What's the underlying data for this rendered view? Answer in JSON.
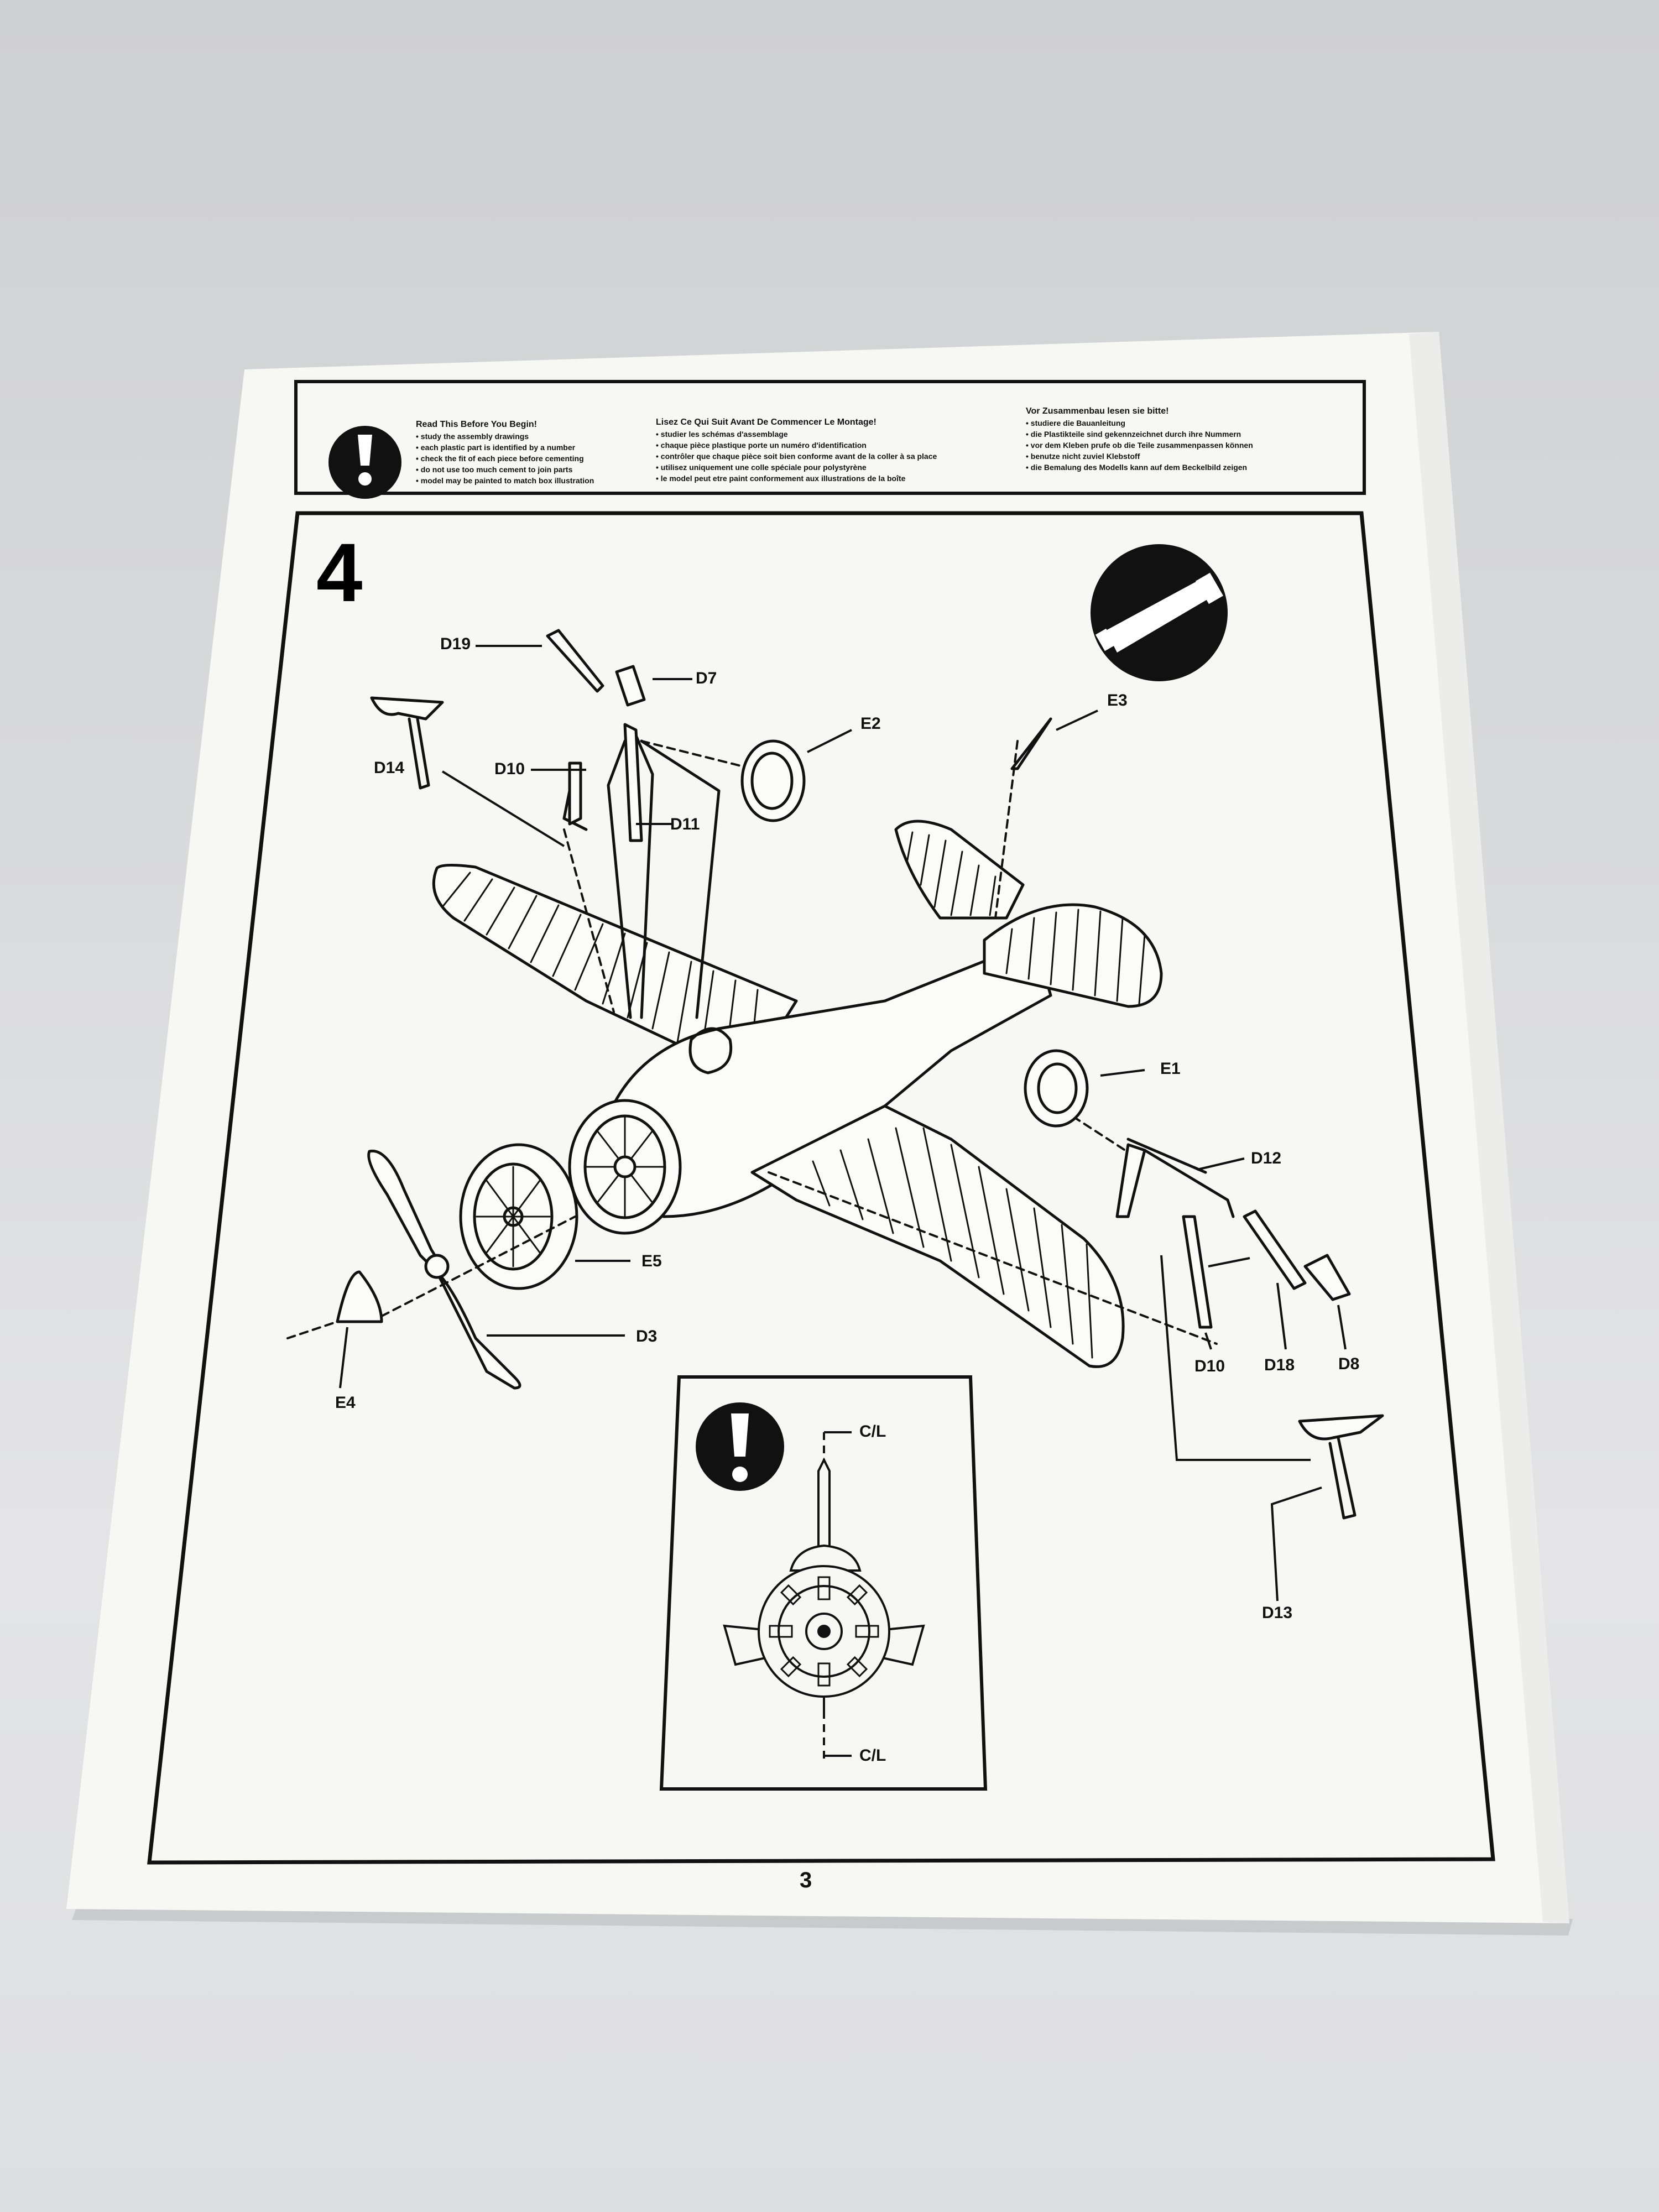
{
  "header": {
    "english": {
      "title": "Read This Before You Begin!",
      "items": [
        "study the assembly drawings",
        "each plastic part is identified by a number",
        "check the fit of each piece before cementing",
        "do not use too much cement to join parts",
        "model may be painted to match box illustration"
      ]
    },
    "french": {
      "title": "Lisez Ce Qui Suit Avant De Commencer Le Montage!",
      "items": [
        "studier les schémas d'assemblage",
        "chaque pièce plastique porte un numéro d'identification",
        "contrôler que chaque pièce soit bien conforme avant de la coller à sa place",
        "utilisez uniquement une colle spéciale pour polystyrène",
        "le model peut etre paint conformement aux illustrations de la boîte"
      ]
    },
    "german": {
      "title": "Vor Zusammenbau lesen sie bitte!",
      "items": [
        "studiere die Bauanleitung",
        "die Plastikteile sind gekennzeichnet durch ihre Nummern",
        "vor dem Kleben prufe ob die Teile zusammenpassen können",
        "benutze nicht zuviel Klebstoff",
        "die Bemalung des Modells kann auf dem Beckelbild zeigen"
      ]
    },
    "warning_glyph": "!"
  },
  "step": {
    "number": "4"
  },
  "parts": {
    "D19": "D19",
    "D7": "D7",
    "D14": "D14",
    "D10a": "D10",
    "D11": "D11",
    "E2": "E2",
    "E3": "E3",
    "E1": "E1",
    "D12": "D12",
    "E5": "E5",
    "D3": "D3",
    "E4": "E4",
    "D10b": "D10",
    "D18": "D18",
    "D8": "D8",
    "D13": "D13"
  },
  "inset": {
    "warning_glyph": "!",
    "cl_top": "C/L",
    "cl_bottom": "C/L"
  },
  "page_number": "3",
  "icons": [
    "warning-icon",
    "glue-tube-icon"
  ]
}
